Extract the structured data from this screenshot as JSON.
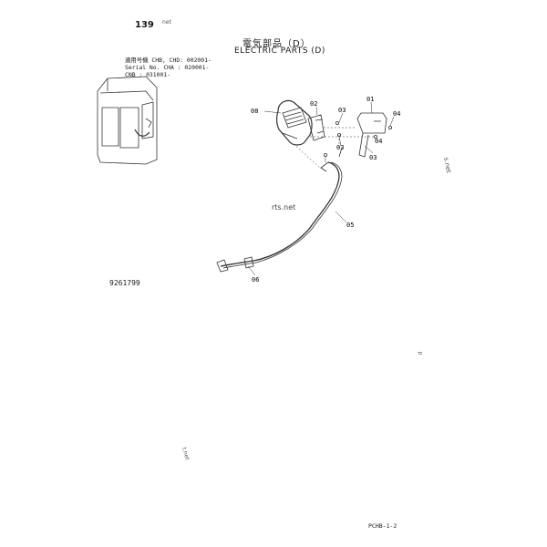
{
  "header": {
    "page_number": "139",
    "watermark_top": "net",
    "title_jp": "電気部品（D）",
    "title_en": "ELECTRIC PARTS (D)"
  },
  "serial_info": {
    "line1": "適用号機 CHB, CHD: 002001-",
    "line2": "Serial No. CHA    : 020001-",
    "line3": "           CNB    : 031001-"
  },
  "callouts": {
    "p01": "01",
    "p02": "02",
    "p03a": "03",
    "p03b": "03",
    "p03c": "03",
    "p04a": "04",
    "p04b": "04",
    "p05": "05",
    "p06": "06",
    "p08": "08"
  },
  "figure_number": "9261799",
  "model_code": "PCHB-1-2",
  "watermarks": {
    "center": "rts.net",
    "right_top": "s.net",
    "right_mid": "p",
    "bottom": "t.net"
  }
}
